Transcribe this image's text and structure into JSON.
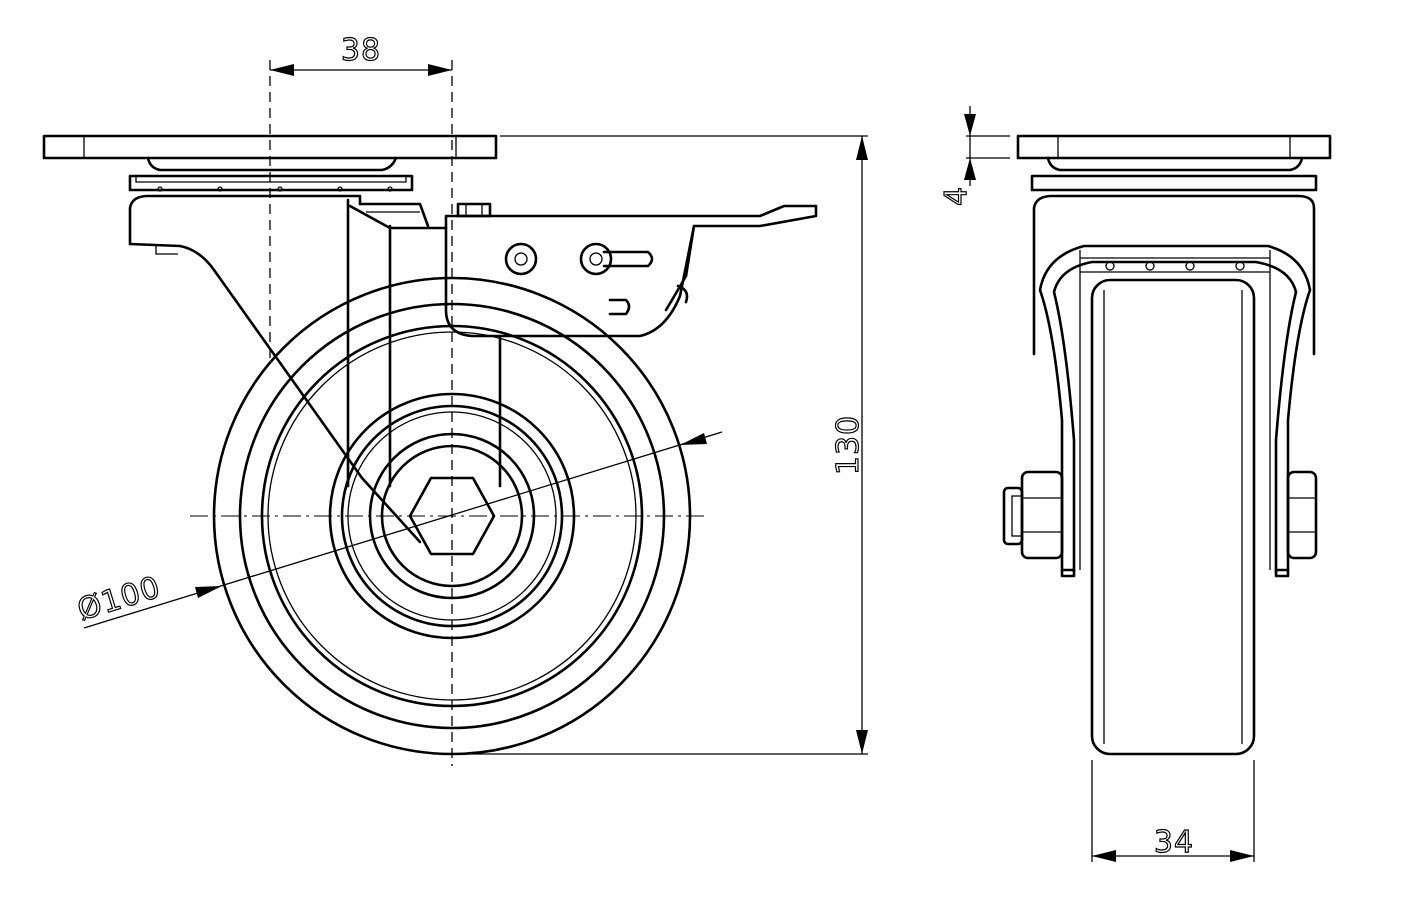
{
  "drawing": {
    "subject": "swivel-castor-with-brake",
    "views": [
      "side-view",
      "front-view"
    ],
    "dimensions": {
      "offset": "38",
      "wheel_diameter": "Ø100",
      "total_height": "130",
      "plate_thickness": "4",
      "wheel_width": "34"
    },
    "colors": {
      "line": "#000000",
      "background": "#ffffff"
    }
  }
}
